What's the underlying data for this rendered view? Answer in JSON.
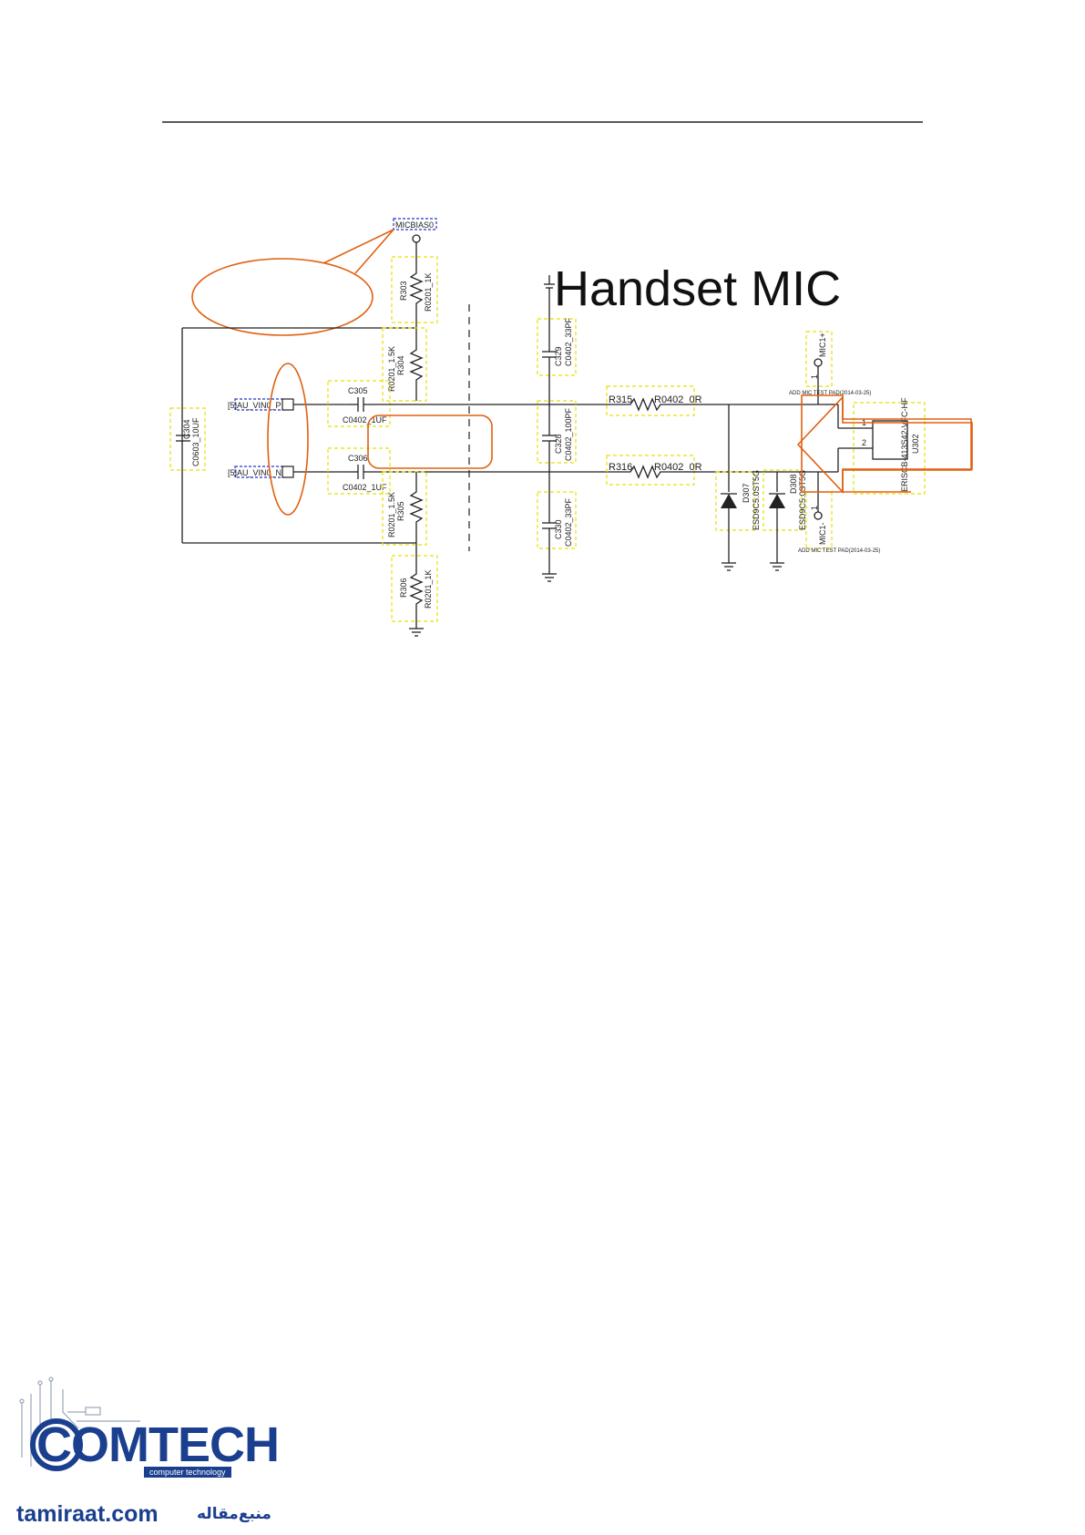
{
  "title": "Handset MIC",
  "nets": {
    "micbias": "MICBIAS0",
    "vin_p": "[5]AU_VIN0_P",
    "vin_n": "[5]AU_VIN0_N",
    "mic_plus": "MIC1+",
    "mic_minus": "MIC1-"
  },
  "components": {
    "r303": {
      "ref": "R303",
      "value": "R0201_1K"
    },
    "r304": {
      "ref": "R304",
      "value": "R0201_1.5K"
    },
    "r305": {
      "ref": "R305",
      "value": "R0201_1.5K"
    },
    "r306": {
      "ref": "R306",
      "value": "R0201_1K"
    },
    "r315": {
      "ref": "R315",
      "value": "R0402_0R"
    },
    "r316": {
      "ref": "R316",
      "value": "R0402_0R"
    },
    "c304": {
      "ref": "C304",
      "value": "C0603_10UF"
    },
    "c305": {
      "ref": "C305",
      "value": "C0402_1UF"
    },
    "c306": {
      "ref": "C306",
      "value": "C0402_1UF"
    },
    "c329": {
      "ref": "C329",
      "value": "C0402_33PF"
    },
    "c328": {
      "ref": "C328",
      "value": "C0402_100PF"
    },
    "c330": {
      "ref": "C330",
      "value": "C0402_33PF"
    },
    "d307": {
      "ref": "D307",
      "value": "ESD9C5.0ST5G"
    },
    "d308": {
      "ref": "D308",
      "value": "ESD9C5.0ST5G"
    },
    "u302": {
      "ref": "U302",
      "value": "ERISCB-413S42-VFC-HF"
    }
  },
  "pins": {
    "p1": "1",
    "p2": "2",
    "tp1": "1",
    "tp2": "1"
  },
  "test_pads": {
    "top": "ADD MIC TEST PAD(2014-03-25)",
    "bottom": "ADD MIC TEST PAD(2014-03-25)"
  },
  "watermark": {
    "brand": "COMTECH",
    "tagline": "computer technology",
    "site": "tamiraat.com",
    "source": "منبع‌مقاله"
  }
}
